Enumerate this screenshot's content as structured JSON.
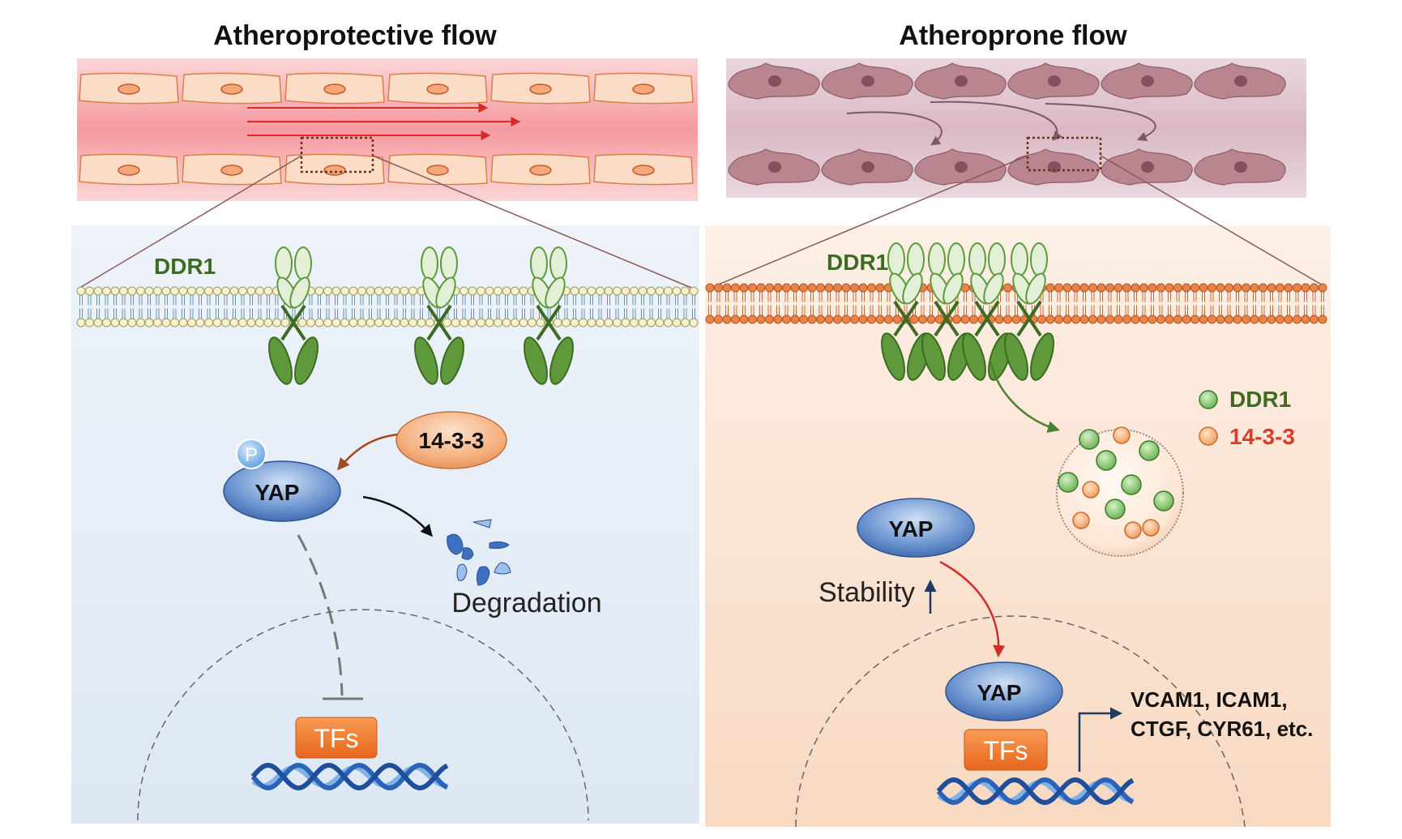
{
  "left_panel": {
    "title": "Atheroprotective flow",
    "receptor_label": "DDR1",
    "adaptor_label": "14-3-3",
    "yap_label": "YAP",
    "phospho_label": "P",
    "degradation_label": "Degradation",
    "tf_label": "TFs"
  },
  "right_panel": {
    "title": "Atheroprone flow",
    "receptor_label": "DDR1",
    "yap_label": "YAP",
    "stability_label": "Stability",
    "nuclear_yap_label": "YAP",
    "tf_label": "TFs",
    "genes_line1": "VCAM1, ICAM1,",
    "genes_line2": "CTGF, CYR61, etc.",
    "legend": {
      "ddr1": "DDR1",
      "adaptor": "14-3-3"
    }
  },
  "colors": {
    "vessel_left": "#f8c8c8",
    "vessel_right": "#e3cdd6",
    "cell_left": "#fbdcc6",
    "cell_right": "#b9868f",
    "panel_left": "#e9f0f8",
    "panel_right": "#fbe4d2",
    "receptor": "#5e9a3c",
    "yap": "#3e6db5",
    "adaptor": "#f0a36a",
    "tf": "#ef7a2d",
    "dna": "#2a63b8",
    "arrow_red": "#d42a2a"
  }
}
